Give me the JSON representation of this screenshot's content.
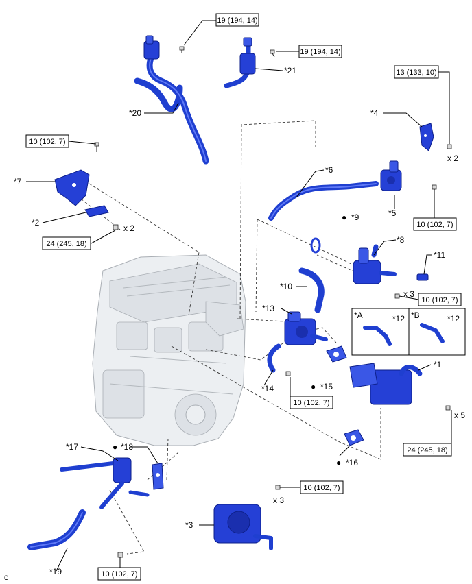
{
  "parts": {
    "p1": "*1",
    "p2": "*2",
    "p3": "*3",
    "p4": "*4",
    "p5": "*5",
    "p6": "*6",
    "p7": "*7",
    "p8": "*8",
    "p9": "*9",
    "p10": "*10",
    "p11": "*11",
    "p12a": "*12",
    "p12b": "*12",
    "p13": "*13",
    "p14": "*14",
    "p15": "*15",
    "p16": "*16",
    "p17": "*17",
    "p18": "*18",
    "p19": "*19",
    "p20": "*20",
    "p21": "*21"
  },
  "bullets": {
    "mark": "●"
  },
  "insets": {
    "a": "*A",
    "b": "*B"
  },
  "torques": {
    "t1": "19 (194, 14)",
    "t2": "19 (194, 14)",
    "t3": "13 (133, 10)",
    "t4": "10 (102, 7)",
    "t5": "10 (102, 7)",
    "t6": "24 (245, 18)",
    "t7": "10 (102, 7)",
    "t8": "10 (102, 7)",
    "t9": "24 (245, 18)",
    "t10": "10 (102, 7)",
    "t11": "10 (102, 7)"
  },
  "qty": {
    "q1": "x 2",
    "q2": "x 2",
    "q3": "x 3",
    "q4": "x 5",
    "q5": "x 3"
  },
  "corner_code": "c",
  "colors": {
    "part_blue": "#2540d6",
    "engine_gray": "#eceff2"
  }
}
